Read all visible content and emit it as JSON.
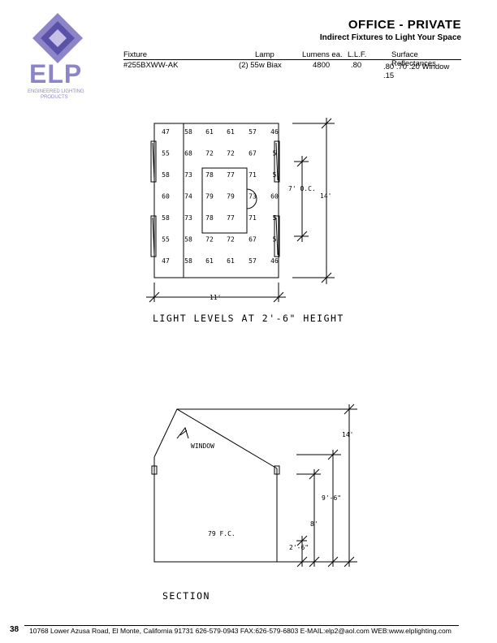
{
  "logo": {
    "brand": "ELP",
    "tagline_line1": "ENGINEERED LIGHTING",
    "tagline_line2": "PRODUCTS",
    "color": "#8c86c8"
  },
  "header": {
    "title": "OFFICE - PRIVATE",
    "subtitle": "Indirect Fixtures to Light Your Space"
  },
  "specs": {
    "headers": {
      "fixture": "Fixture",
      "lamp": "Lamp",
      "lumens": "Lumens ea.",
      "llf": "L.L.F.",
      "reflectances": "Surface Reflectances"
    },
    "values": {
      "fixture": "#255BXWW-AK",
      "lamp": "(2) 55w Biax",
      "lumens": "4800",
      "llf": ".80",
      "reflectances": ".80 .70 .20  Window .15"
    }
  },
  "plan": {
    "rows": [
      [
        "47",
        "58",
        "61",
        "61",
        "57",
        "46"
      ],
      [
        "55",
        "68",
        "72",
        "72",
        "67",
        "5"
      ],
      [
        "58",
        "73",
        "78",
        "77",
        "71",
        "5"
      ],
      [
        "60",
        "74",
        "79",
        "79",
        "73",
        "60"
      ],
      [
        "58",
        "73",
        "78",
        "77",
        "71",
        "5"
      ],
      [
        "55",
        "58",
        "72",
        "72",
        "67",
        "5"
      ],
      [
        "47",
        "58",
        "61",
        "61",
        "57",
        "46"
      ]
    ],
    "dim_oc": "7' O.C.",
    "dim_height": "14'",
    "dim_width": "11'",
    "caption": "LIGHT LEVELS AT 2'-6\" HEIGHT"
  },
  "section": {
    "window_label": "WINDOW",
    "fc_label": "79 F.C.",
    "dim_total": "14'",
    "dim_9_6": "9'-6\"",
    "dim_8": "8'",
    "dim_2_6": "2'-6\"",
    "caption": "SECTION"
  },
  "footer": {
    "page_number": "38",
    "address": "10768 Lower Azusa Road, El Monte, California  91731  626-579-0943 FAX:626-579-6803  E-MAIL:elp2@aol.com  WEB:www.elplighting.com"
  }
}
